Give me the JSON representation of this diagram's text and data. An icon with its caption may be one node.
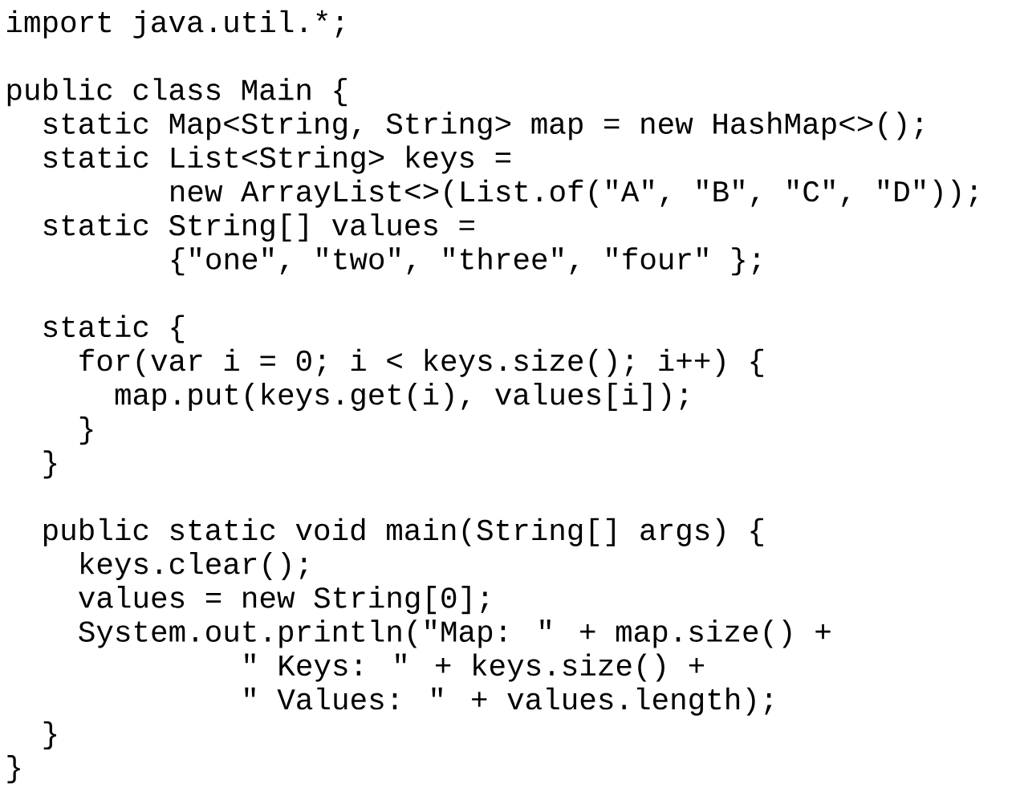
{
  "diagram": {
    "labels": [
      "import java.util.*;",
      "public class Main {",
      "static Map<String, String> map = new HashMap<>();",
      "static List<String> keys =",
      "new ArrayList<>(List.of(\"A\", \"B\", \"C\", \"D\"));",
      "static String[] values =",
      "{\"one\", \"two\", \"three\", \"four\" };",
      "static {",
      "for(var i = 0; i < keys.size(); i++) {",
      "map.put(keys.get(i), values[i]);",
      "}",
      "}",
      "public static void main(String[] args) {",
      "keys.clear();",
      "values = new String[0];",
      "System.out.println(\"Map: \" + map.size() +",
      "\" Keys: \" + keys.size() +",
      "\" Values: \" + values.length);",
      "}",
      "}"
    ]
  }
}
